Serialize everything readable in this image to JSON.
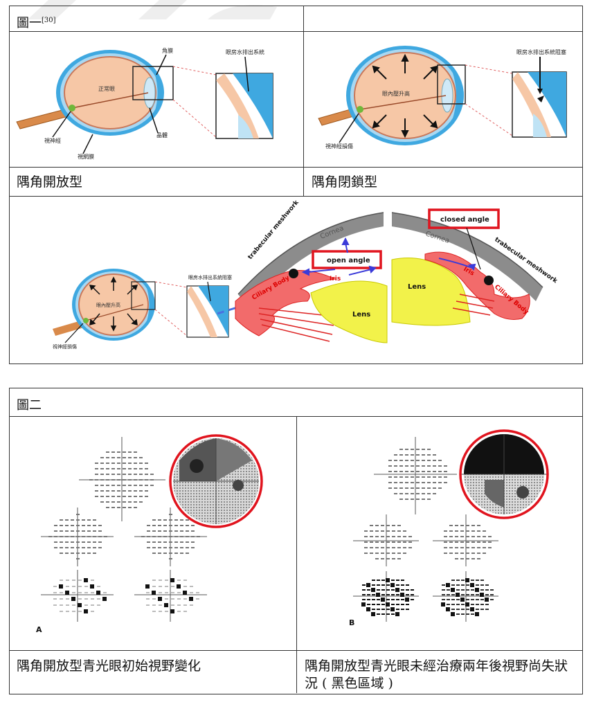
{
  "figure1": {
    "label": "圖一",
    "ref": "[30]",
    "panels": [
      {
        "caption": "隅角開放型",
        "labels": {
          "cornea": "角膜",
          "lens": "晶體",
          "optic_nerve": "視神經",
          "retina": "視網膜",
          "normal_eye": "正常眼",
          "drainage": "眼房水排出系統"
        }
      },
      {
        "caption": "隅角閉鎖型",
        "labels": {
          "pressure": "眼內壓升高",
          "nerve_damage": "視神經損傷",
          "drainage_blocked": "眼房水排出系統阻塞"
        }
      }
    ],
    "bottom": {
      "eye_labels": {
        "pressure": "眼內壓升高",
        "nerve_damage": "視神經損傷",
        "drainage_blocked": "眼房水排出系統阻塞"
      },
      "open_diagram": {
        "cornea": "Cornea",
        "trabecular": "trabecular meshwork",
        "open_angle": "open angle",
        "iris": "Iris",
        "ciliary": "Ciliary Body",
        "lens": "Lens"
      },
      "closed_diagram": {
        "cornea": "Cornea",
        "trabecular": "trabecular meshwork",
        "closed_angle": "closed angle",
        "iris": "Iris",
        "ciliary": "Ciliary Body",
        "lens": "Lens"
      }
    }
  },
  "figure2": {
    "label": "圖二",
    "panels": [
      {
        "letter": "A",
        "caption": "隅角開放型青光眼初始視野變化"
      },
      {
        "letter": "B",
        "caption": "隅角開放型青光眼未經治療兩年後視野尚失狀況 ( 黑色區域 )"
      }
    ]
  },
  "colors": {
    "accent_red": "#e0141e",
    "lens_yellow": "#f2f24a",
    "iris_red": "#f26b6b",
    "cornea_gray": "#8c8c8c",
    "arrow_blue": "#3b3bd9",
    "eye_peach": "#f6c7a6",
    "eye_blue": "#3fa8e0"
  }
}
